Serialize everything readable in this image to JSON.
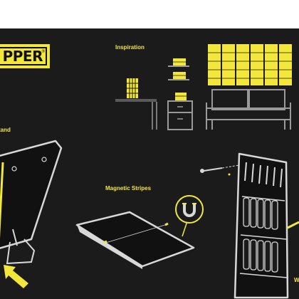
{
  "brand": {
    "name": "PPER",
    "registered": "®"
  },
  "sections": {
    "inspiration": "Inspiration",
    "stand": "tand",
    "magnetic_stripes": "Magnetic Stripes",
    "wall": "W"
  },
  "colors": {
    "background": "#1b1b1b",
    "accent": "#f2e73a",
    "line": "#d8d8d8"
  },
  "icons": [
    "magnet-icon",
    "arrow-icon",
    "screw-icon",
    "display-rack-icon",
    "sofa-icon",
    "desk-icon",
    "shelf-icon"
  ]
}
